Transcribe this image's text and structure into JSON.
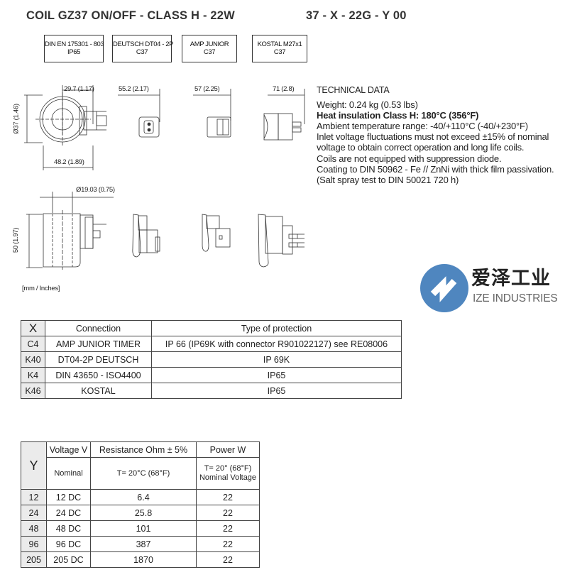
{
  "header": {
    "title": "COIL GZ37 ON/OFF - CLASS H - 22W",
    "code": "37 - X - 22G - Y 00"
  },
  "connector_boxes": [
    {
      "line1": "DIN EN 175301 - 803",
      "line2": "IP65"
    },
    {
      "line1": "DEUTSCH DT04 - 2P",
      "line2": "C37"
    },
    {
      "line1": "AMP JUNIOR",
      "line2": "C37"
    },
    {
      "line1": "KOSTAL M27x1",
      "line2": "C37"
    }
  ],
  "dimensions": {
    "coil_offset": "29.7 (1.17)",
    "coil_diameter": "Ø37 (1.46)",
    "coil_width": "48.2 (1.89)",
    "deutsch_length": "55.2 (2.17)",
    "amp_length": "57 (2.25)",
    "kostal_length": "71 (2.8)",
    "bore_diameter": "Ø19.03 (0.75)",
    "coil_height": "50 (1.97)",
    "units": "[mm / Inches]"
  },
  "technical_data": {
    "heading": "TECHNICAL DATA",
    "lines": [
      "Weight: 0.24 kg (0.53 lbs)",
      "Heat insulation Class H: 180°C (356°F)",
      "Ambient temperature range: -40/+110°C (-40/+230°F)",
      "Inlet voltage fluctuations must not exceed ±15% of nominal",
      "voltage to obtain correct operation and long life coils.",
      "Coils are not equipped with suppression diode.",
      "Coating to DIN 50962 - Fe // ZnNi with thick film passivation.",
      "(Salt spray test to DIN 50021 720 h)"
    ]
  },
  "logo": {
    "cn": "爱泽工业",
    "en": "IZE INDUSTRIES",
    "color": "#4f86bf"
  },
  "connection_table": {
    "headers": [
      "X",
      "Connection",
      "Type of protection"
    ],
    "rows": [
      [
        "C4",
        "AMP JUNIOR TIMER",
        "IP 66 (IP69K with connector R901022127) see RE08006"
      ],
      [
        "K40",
        "DT04-2P DEUTSCH",
        "IP 69K"
      ],
      [
        "K4",
        "DIN 43650 - ISO4400",
        "IP65"
      ],
      [
        "K46",
        "KOSTAL",
        "IP65"
      ]
    ]
  },
  "voltage_table": {
    "y_header": "Y",
    "headers": [
      "Voltage V",
      "Resistance Ohm ± 5%",
      "Power W"
    ],
    "subheaders": [
      "Nominal",
      "T= 20°C (68°F)",
      "T= 20° (68°F)",
      "Nominal Voltage"
    ],
    "rows": [
      [
        "12",
        "12 DC",
        "6.4",
        "22"
      ],
      [
        "24",
        "24 DC",
        "25.8",
        "22"
      ],
      [
        "48",
        "48 DC",
        "101",
        "22"
      ],
      [
        "96",
        "96 DC",
        "387",
        "22"
      ],
      [
        "205",
        "205 DC",
        "1870",
        "22"
      ]
    ]
  }
}
